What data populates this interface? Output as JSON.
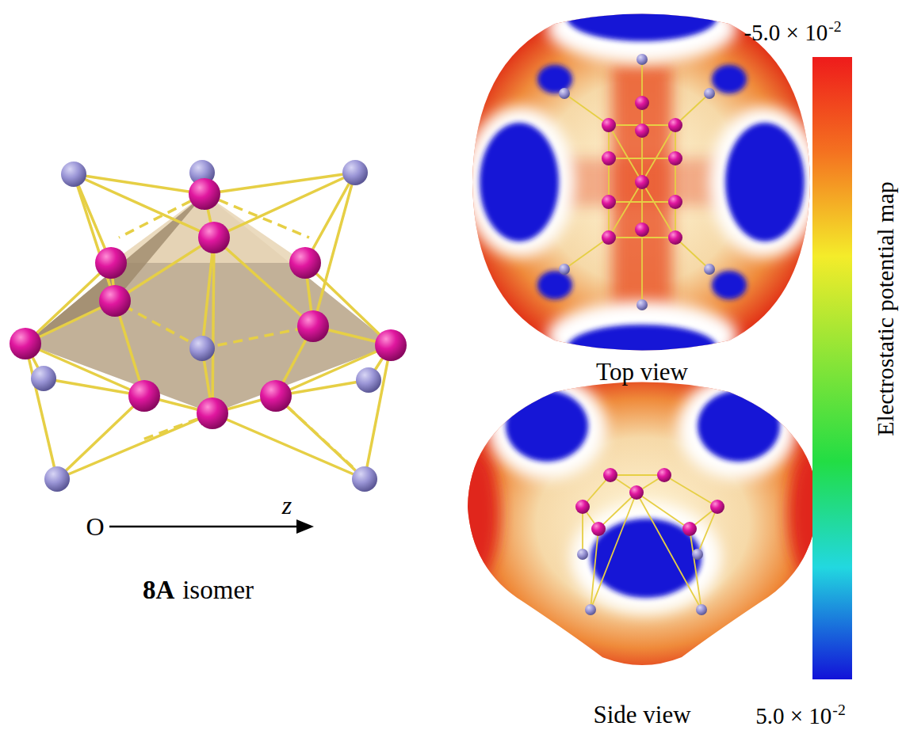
{
  "diagram": {
    "labels": [
      "O",
      "z",
      "8A",
      "isomer",
      "Top view",
      "Side view",
      "-5.0 × 10",
      "-2",
      "Electrostatic potential map",
      "5.0 × 10",
      "-2"
    ]
  }
}
